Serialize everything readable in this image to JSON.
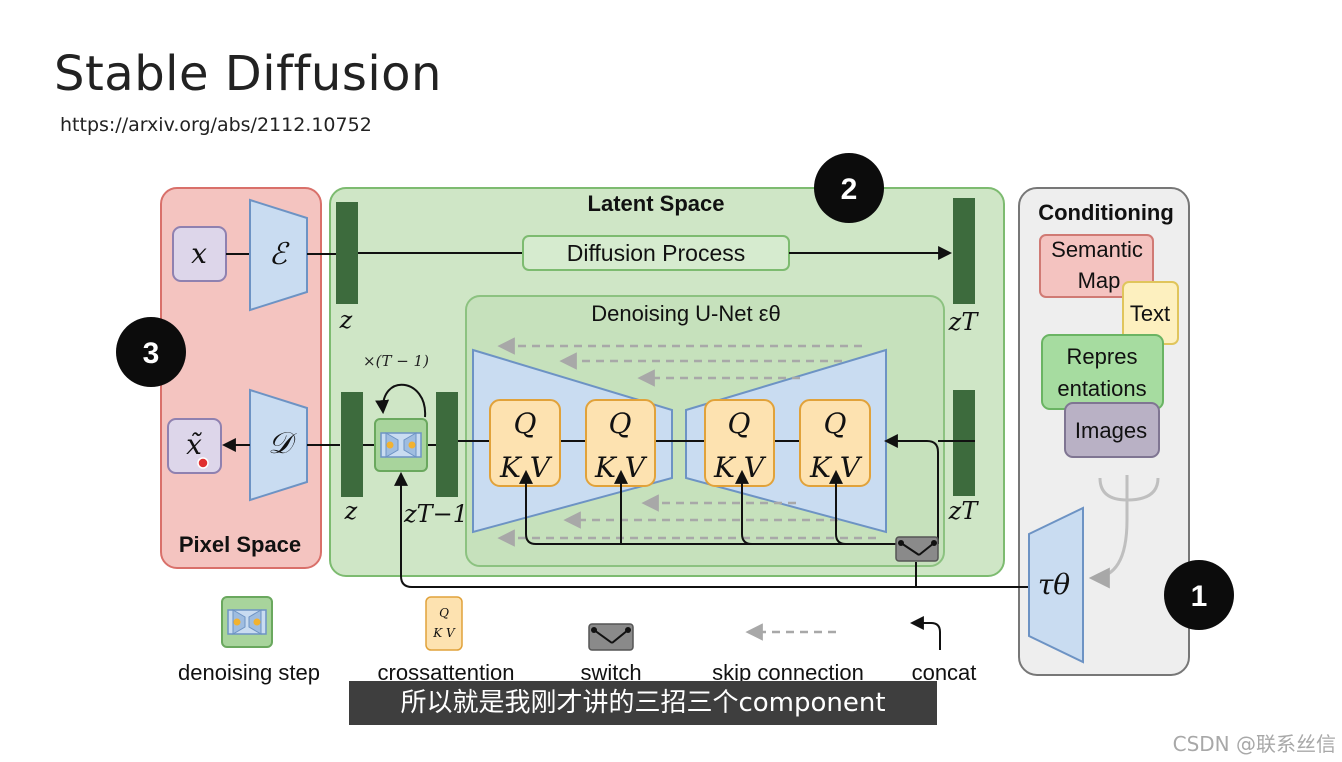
{
  "page": {
    "title": "Stable Diffusion",
    "url": "https://arxiv.org/abs/2112.10752"
  },
  "diagram": {
    "panels": {
      "pixel_space": "Pixel Space",
      "latent_space": "Latent Space",
      "unet": "Denoising U-Net εθ",
      "conditioning": "Conditioning"
    },
    "symbols": {
      "x": "x",
      "x_tilde": "x̃",
      "encoder": "ℰ",
      "decoder": "𝒟",
      "z_top": "z",
      "z_T_top": "zT",
      "z_T_bottom": "zT",
      "z_bottom": "z",
      "z_T_minus_1": "zT−1",
      "times_T_minus_1": "×(T − 1)",
      "tau": "τθ",
      "q": "Q",
      "kv": "K V"
    },
    "diffusion_process": "Diffusion Process",
    "conditioning_items": {
      "semantic_map_line1": "Semantic",
      "semantic_map_line2": "Map",
      "text": "Text",
      "representations_line1": "Repres",
      "representations_line2": "entations",
      "images": "Images"
    },
    "markers": [
      "1",
      "2",
      "3"
    ],
    "legend": {
      "denoising_step": "denoising step",
      "crossattention": "crossattention",
      "switch": "switch",
      "skip_connection": "skip connection",
      "concat": "concat"
    },
    "colors": {
      "pixel_space_fill": "#f4c4c0",
      "pixel_space_border": "#d9706a",
      "latent_space_fill": "#cfe6c6",
      "latent_space_border": "#7dbb70",
      "module_fill": "#c9dcf1",
      "module_border": "#6d93c4",
      "latent_bar": "#3d6b3d",
      "attention_fill": "#fde2b0",
      "attention_border": "#e1a23a",
      "semantic_map_fill": "#f4c3c0",
      "text_fill": "#fdf0bf",
      "representations_fill": "#a6dca0",
      "images_fill": "#b9b1c5",
      "marker_fill": "#0c0c0c"
    }
  },
  "caption": "所以就是我刚才讲的三招三个component",
  "watermark": "CSDN @联系丝信"
}
